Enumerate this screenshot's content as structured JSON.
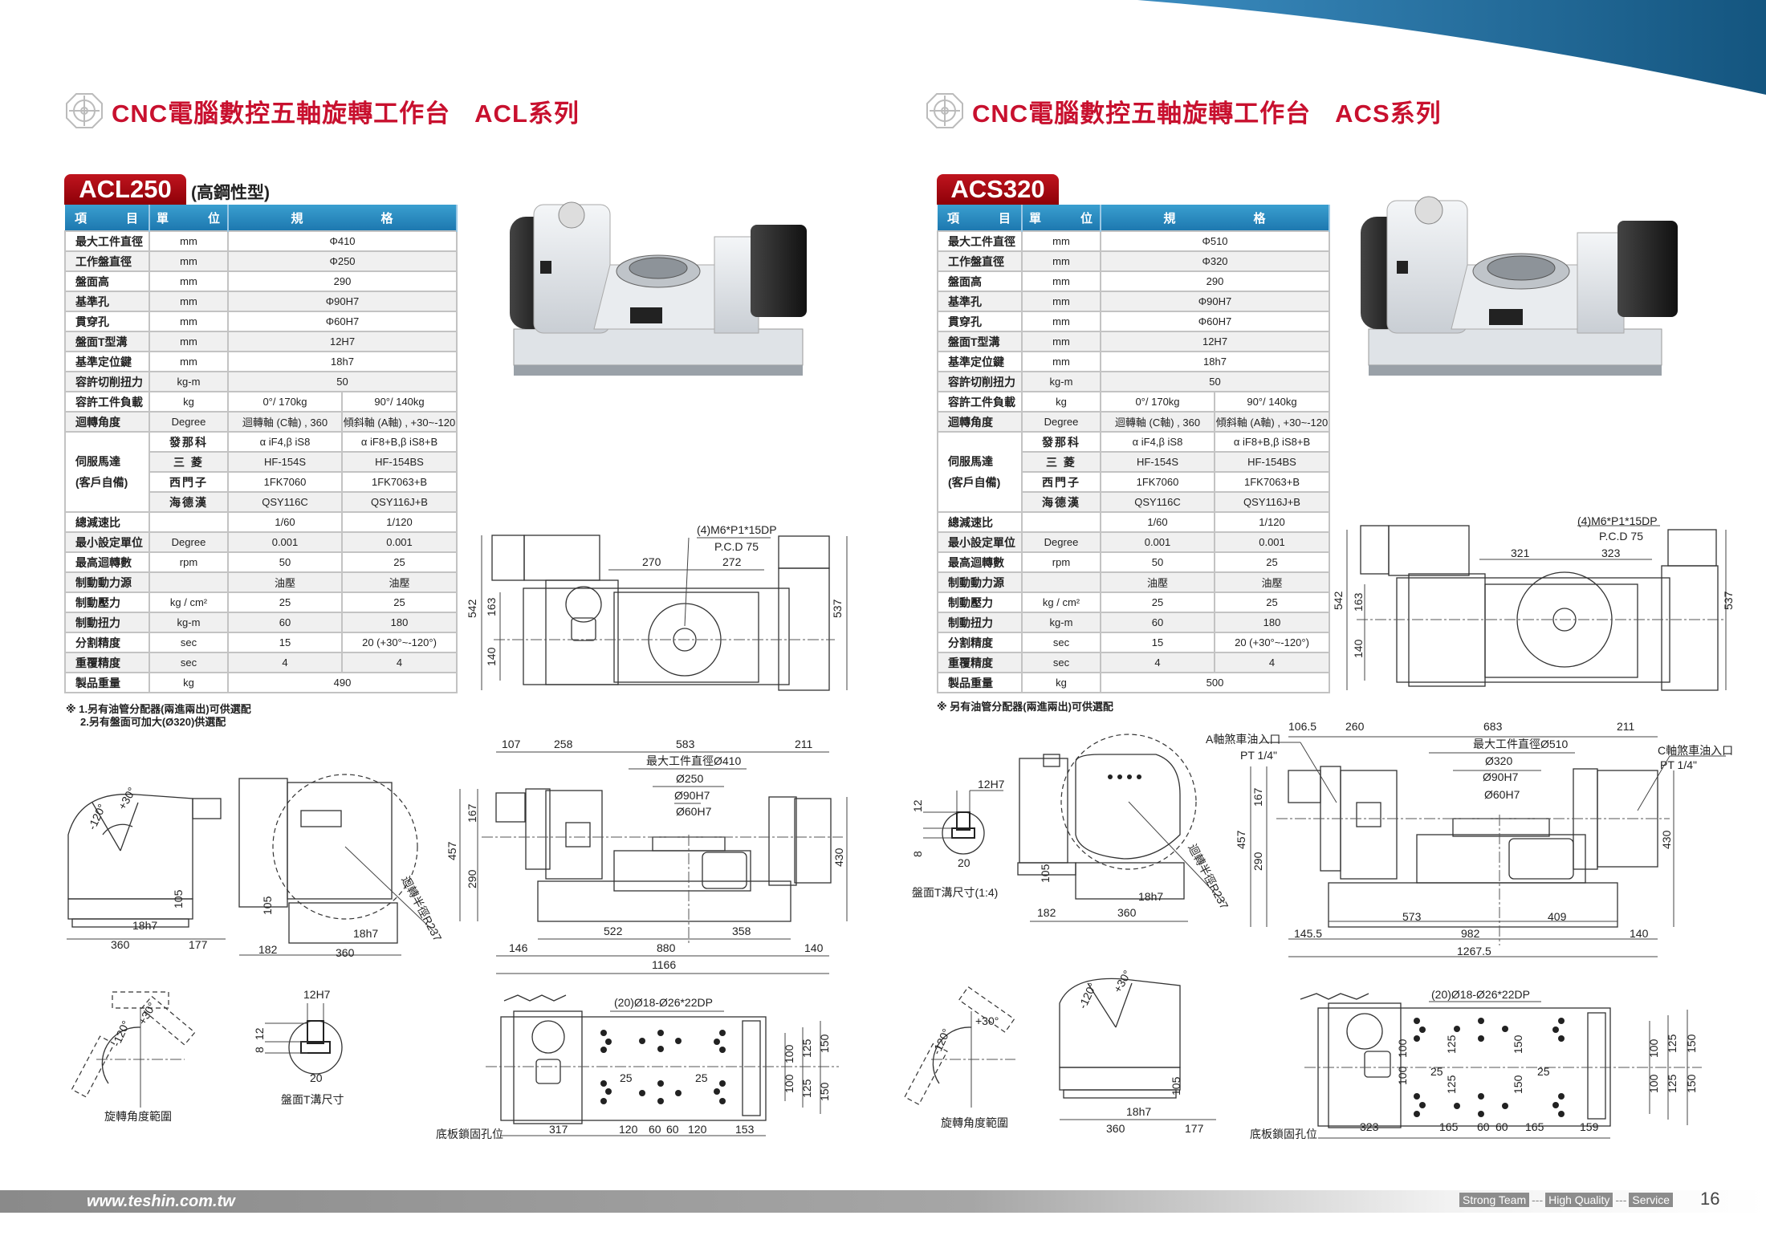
{
  "colors": {
    "brand_red": "#c8102e",
    "header_blue": "#1d78b0",
    "swoosh": "#1d6a9c"
  },
  "header": {
    "left_title": "CNC電腦數控五軸旋轉工作台",
    "left_series": "ACL系列",
    "right_title": "CNC電腦數控五軸旋轉工作台",
    "right_series": "ACS系列"
  },
  "acl": {
    "model": "ACL250",
    "subtitle": "(高鋼性型)",
    "headers": [
      "項　　　目",
      "單　　　位",
      "規　　　　　　格"
    ],
    "rows": [
      {
        "item": "最大工件直徑",
        "unit": "mm",
        "value": "Φ410"
      },
      {
        "item": "工作盤直徑",
        "unit": "mm",
        "value": "Φ250"
      },
      {
        "item": "盤面高",
        "unit": "mm",
        "value": "290"
      },
      {
        "item": "基準孔",
        "unit": "mm",
        "value": "Φ90H7"
      },
      {
        "item": "貫穿孔",
        "unit": "mm",
        "value": "Φ60H7"
      },
      {
        "item": "盤面T型溝",
        "unit": "mm",
        "value": "12H7"
      },
      {
        "item": "基準定位鍵",
        "unit": "mm",
        "value": "18h7"
      },
      {
        "item": "容許切削扭力",
        "unit": "kg-m",
        "value": "50"
      },
      {
        "item": "容許工件負載",
        "unit": "kg",
        "values": [
          "0°/ 170kg",
          "90°/ 140kg"
        ]
      },
      {
        "item": "迴轉角度",
        "unit": "Degree",
        "values": [
          "迴轉軸 (C軸) , 360",
          "傾斜軸 (A軸) , +30~-120"
        ]
      },
      {
        "group": "伺服馬達",
        "group_sub": "(客戶自備)",
        "brands": [
          {
            "brand": "發那科",
            "values": [
              "α iF4,β iS8",
              "α iF8+B,β iS8+B"
            ]
          },
          {
            "brand": "三 菱",
            "values": [
              "HF-154S",
              "HF-154BS"
            ]
          },
          {
            "brand": "西門子",
            "values": [
              "1FK7060",
              "1FK7063+B"
            ]
          },
          {
            "brand": "海德漢",
            "values": [
              "QSY116C",
              "QSY116J+B"
            ]
          }
        ]
      },
      {
        "item": "總減速比",
        "unit": "",
        "values": [
          "1/60",
          "1/120"
        ]
      },
      {
        "item": "最小設定單位",
        "unit": "Degree",
        "values": [
          "0.001",
          "0.001"
        ]
      },
      {
        "item": "最高迴轉數",
        "unit": "rpm",
        "values": [
          "50",
          "25"
        ]
      },
      {
        "item": "制動動力源",
        "unit": "",
        "values": [
          "油壓",
          "油壓"
        ]
      },
      {
        "item": "制動壓力",
        "unit": "kg / cm²",
        "values": [
          "25",
          "25"
        ]
      },
      {
        "item": "制動扭力",
        "unit": "kg-m",
        "values": [
          "60",
          "180"
        ]
      },
      {
        "item": "分割精度",
        "unit": "sec",
        "values": [
          "15",
          "20 (+30°~-120°)"
        ]
      },
      {
        "item": "重覆精度",
        "unit": "sec",
        "values": [
          "4",
          "4"
        ]
      },
      {
        "item": "製品重量",
        "unit": "kg",
        "value": "490"
      }
    ],
    "notes": [
      "※ 1.另有油管分配器(兩進兩出)可供選配",
      "2.另有盤面可加大(Ø320)供選配"
    ],
    "dims": {
      "t542": "542",
      "t163": "163",
      "t140": "140",
      "t537": "537",
      "t270": "270",
      "t272": "272",
      "tm6": "(4)M6*P1*15DP",
      "tpcd": "P.C.D 75",
      "f107": "107",
      "f258": "258",
      "f583": "583",
      "f211": "211",
      "fmax": "最大工件直徑Ø410",
      "f250": "Ø250",
      "f90": "Ø90H7",
      "f60": "Ø60H7",
      "f167": "167",
      "f457": "457",
      "f290": "290",
      "f430": "430",
      "f522": "522",
      "f358": "358",
      "f146": "146",
      "f880": "880",
      "f140": "140",
      "f1166": "1166",
      "sn120": "-120°",
      "sp30": "+30°",
      "s105": "105",
      "s18": "18h7",
      "s360": "360",
      "s177": "177",
      "r105": "105",
      "r18": "18h7",
      "r182": "182",
      "r360": "360",
      "rR": "迴轉半徑R237",
      "an120": "-120°",
      "ap30": "+30°",
      "arange": "旋轉角度範圍",
      "k12h7": "12H7",
      "k12": "12",
      "k8": "8",
      "k20": "20",
      "klabel": "盤面T溝尺寸",
      "bholes": "(20)Ø18-Ø26*22DP",
      "b25a": "25",
      "b25b": "25",
      "blabel": "底板鎖固孔位",
      "b317": "317",
      "b120a": "120",
      "b60a": "60",
      "b60b": "60",
      "b120b": "120",
      "b153": "153",
      "b100a": "100",
      "b125a": "125",
      "b150a": "150",
      "b100b": "100",
      "b125b": "125",
      "b150b": "150"
    }
  },
  "acs": {
    "model": "ACS320",
    "headers": [
      "項　　　目",
      "單　　　位",
      "規　　　　　　格"
    ],
    "rows": [
      {
        "item": "最大工件直徑",
        "unit": "mm",
        "value": "Φ510"
      },
      {
        "item": "工作盤直徑",
        "unit": "mm",
        "value": "Φ320"
      },
      {
        "item": "盤面高",
        "unit": "mm",
        "value": "290"
      },
      {
        "item": "基準孔",
        "unit": "mm",
        "value": "Φ90H7"
      },
      {
        "item": "貫穿孔",
        "unit": "mm",
        "value": "Φ60H7"
      },
      {
        "item": "盤面T型溝",
        "unit": "mm",
        "value": "12H7"
      },
      {
        "item": "基準定位鍵",
        "unit": "mm",
        "value": "18h7"
      },
      {
        "item": "容許切削扭力",
        "unit": "kg-m",
        "value": "50"
      },
      {
        "item": "容許工件負載",
        "unit": "kg",
        "values": [
          "0°/ 170kg",
          "90°/ 140kg"
        ]
      },
      {
        "item": "迴轉角度",
        "unit": "Degree",
        "values": [
          "迴轉軸 (C軸) , 360",
          "傾斜軸 (A軸) , +30~-120"
        ]
      },
      {
        "group": "伺服馬達",
        "group_sub": "(客戶自備)",
        "brands": [
          {
            "brand": "發那科",
            "values": [
              "α iF4,β iS8",
              "α iF8+B,β iS8+B"
            ]
          },
          {
            "brand": "三 菱",
            "values": [
              "HF-154S",
              "HF-154BS"
            ]
          },
          {
            "brand": "西門子",
            "values": [
              "1FK7060",
              "1FK7063+B"
            ]
          },
          {
            "brand": "海德漢",
            "values": [
              "QSY116C",
              "QSY116J+B"
            ]
          }
        ]
      },
      {
        "item": "總減速比",
        "unit": "",
        "values": [
          "1/60",
          "1/120"
        ]
      },
      {
        "item": "最小設定單位",
        "unit": "Degree",
        "values": [
          "0.001",
          "0.001"
        ]
      },
      {
        "item": "最高迴轉數",
        "unit": "rpm",
        "values": [
          "50",
          "25"
        ]
      },
      {
        "item": "制動動力源",
        "unit": "",
        "values": [
          "油壓",
          "油壓"
        ]
      },
      {
        "item": "制動壓力",
        "unit": "kg / cm²",
        "values": [
          "25",
          "25"
        ]
      },
      {
        "item": "制動扭力",
        "unit": "kg-m",
        "values": [
          "60",
          "180"
        ]
      },
      {
        "item": "分割精度",
        "unit": "sec",
        "values": [
          "15",
          "20 (+30°~-120°)"
        ]
      },
      {
        "item": "重覆精度",
        "unit": "sec",
        "values": [
          "4",
          "4"
        ]
      },
      {
        "item": "製品重量",
        "unit": "kg",
        "value": "500"
      }
    ],
    "notes": [
      "※ 另有油管分配器(兩進兩出)可供選配"
    ],
    "dims": {
      "t542": "542",
      "t163": "163",
      "t140": "140",
      "t537": "537",
      "t321": "321",
      "t323": "323",
      "tm6": "(4)M6*P1*15DP",
      "tpcd": "P.C.D 75",
      "k12h7": "12H7",
      "k12": "12",
      "k8": "8",
      "k20": "20",
      "klabel": "盤面T溝尺寸(1:4)",
      "r105": "105",
      "r18": "18h7",
      "r182": "182",
      "r360": "360",
      "rR": "迴轉半徑R237",
      "fa": "A軸煞車油入口",
      "fapt": "PT 1/4\"",
      "fc": "C軸煞車油入口",
      "fcpt": "PT 1/4\"",
      "f1065": "106.5",
      "f260": "260",
      "f683": "683",
      "f211": "211",
      "fmax": "最大工件直徑Ø510",
      "f320": "Ø320",
      "f90": "Ø90H7",
      "f60": "Ø60H7",
      "f167": "167",
      "f457": "457",
      "f290": "290",
      "f430": "430",
      "f573": "573",
      "f409": "409",
      "f1455": "145.5",
      "f982": "982",
      "f140": "140",
      "f12675": "1267.5",
      "an120": "-120°",
      "ap30": "+30°",
      "arange": "旋轉角度範圍",
      "sn120": "-120°",
      "sp30": "+30°",
      "s105": "105",
      "s18": "18h7",
      "s360": "360",
      "s177": "177",
      "bholes": "(20)Ø18-Ø26*22DP",
      "blabel": "底板鎖固孔位",
      "b323": "323",
      "b165a": "165",
      "b60a": "60",
      "b60b": "60",
      "b165b": "165",
      "b159": "159",
      "b25a": "25",
      "b25b": "25",
      "v100a": "100",
      "v100b": "100",
      "v125a": "125",
      "v125b": "125",
      "v150a": "150",
      "v150b": "150",
      "w100a": "100",
      "w125a": "125",
      "w150a": "150",
      "w100b": "100",
      "w125b": "125",
      "w150b": "150"
    }
  },
  "footer": {
    "url": "www.teshin.com.tw",
    "tags": [
      "Strong Team",
      "High Quality",
      "Service"
    ],
    "separator": "---",
    "page": "16"
  }
}
